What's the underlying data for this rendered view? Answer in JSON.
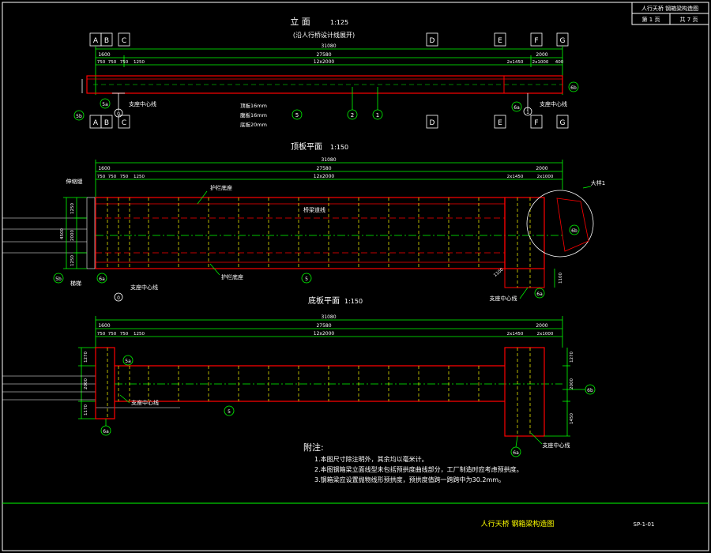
{
  "title_block": {
    "drawing_title": "人行天桥 钢箱梁构造图",
    "sheet_label": "第 1 页",
    "total_label": "共 7 页",
    "footer_title": "人行天桥 钢箱梁构造图",
    "drawing_no": "SP-1-01"
  },
  "elevation": {
    "title": "立 面",
    "scale": "1:125",
    "subtitle": "(沿人行桥设计线展开)",
    "axis_letters": [
      "A",
      "B",
      "C",
      "D",
      "E",
      "F",
      "G"
    ],
    "dims": {
      "total": "31080",
      "left_part": "1600",
      "mid_part": "27580",
      "right_part": "2000",
      "seg1": "750",
      "seg2": "750",
      "seg3": "750",
      "seg4": "1250",
      "middle": "12x2000",
      "r1": "2x1450",
      "r2": "2x1000",
      "r3": "400"
    },
    "labels": {
      "support_left": "支座中心线",
      "support_right": "支座中心线",
      "plate1": "顶板16mm",
      "plate2": "腹板16mm",
      "plate3": "底板20mm"
    },
    "callouts": [
      "5b",
      "5a",
      "0",
      "5",
      "2",
      "1",
      "6a",
      "1",
      "6b"
    ]
  },
  "top_plan": {
    "title": "顶板平面",
    "scale": "1:150",
    "dims": {
      "total": "31080",
      "left_part": "1600",
      "mid_part": "27580",
      "right_part": "2000",
      "seg1": "750",
      "seg2": "750",
      "seg3": "750",
      "seg4": "1250",
      "middle": "12x2000",
      "r1": "2x1450",
      "r2": "2x1000",
      "v1": "1250",
      "v2": "2000",
      "v3": "1250",
      "v_total": "4500",
      "h_small": "1100",
      "v_right": "1100"
    },
    "labels": {
      "expansion": "伸缩缝",
      "railing_top": "护栏底座",
      "centerline": "桥梁道线",
      "railing_bottom": "护栏底座",
      "stairs": "梯梯",
      "support_left": "支座中心线",
      "support_right": "支座中心线",
      "detail": "大样1"
    },
    "callouts": [
      "5b",
      "6a",
      "0",
      "5",
      "6b",
      "6a"
    ]
  },
  "bottom_plan": {
    "title": "底板平面",
    "scale": "1:150",
    "dims": {
      "total": "31080",
      "left_part": "1600",
      "mid_part": "27580",
      "right_part": "2000",
      "seg1": "750",
      "seg2": "750",
      "seg3": "750",
      "seg4": "1250",
      "middle": "12x2000",
      "r1": "2x1450",
      "r2": "2x1000",
      "v1": "1270",
      "v2": "2000",
      "v3": "1170",
      "v_right1": "1270",
      "v_right2": "2000",
      "v_right3": "1450"
    },
    "labels": {
      "support_left": "支座中心线",
      "support_right": "支座中心线"
    },
    "callouts": [
      "5a",
      "5",
      "6b",
      "6a",
      "6a"
    ]
  },
  "notes": {
    "heading": "附注:",
    "items": [
      "1.本图尺寸除注明外，其余均以毫米计。",
      "2.本图钢箱梁立面线型未包括预拱度曲线部分，工厂制造时应考虑预拱度。",
      "3.钢箱梁应设置抛物线形预拱度，预拱度值跨一跨跨中为30.2mm。"
    ]
  },
  "colors": {
    "background": "#000000",
    "line_green": "#00ff00",
    "line_red": "#ff0000",
    "line_yellow": "#ffff00",
    "line_white": "#ffffff",
    "line_cyan": "#00ffff"
  }
}
